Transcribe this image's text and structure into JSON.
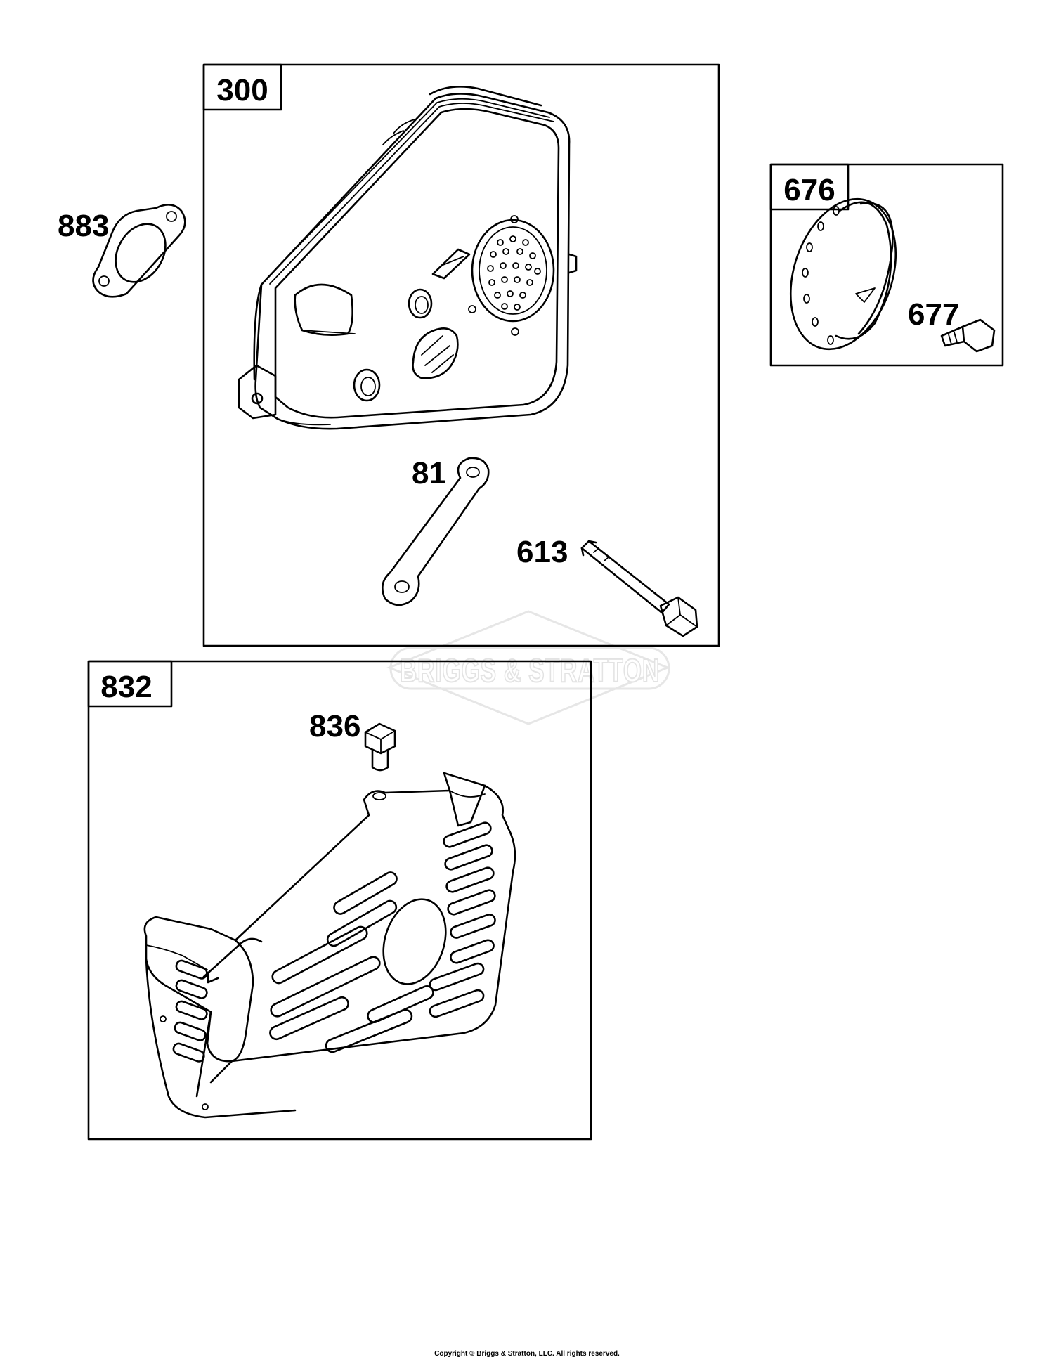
{
  "boxes": {
    "muffler": "300",
    "deflector": "676",
    "guard": "832"
  },
  "callouts": {
    "gasket": "883",
    "lock_plate": "81",
    "screw": "613",
    "deflector_screw": "677",
    "guard_screw": "836"
  },
  "watermark": "BRIGGS & STRATTON",
  "copyright": "Copyright © Briggs & Stratton, LLC. All rights reserved."
}
